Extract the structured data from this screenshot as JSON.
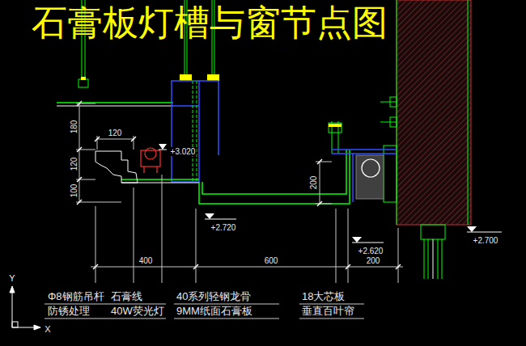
{
  "diagram": {
    "title": "石膏板灯槽与窗节点图",
    "labels": [
      "180",
      "120",
      "120",
      "100",
      "+3.020",
      "200",
      "+2.720",
      "+2.620",
      "+2.700",
      "400",
      "600",
      "200",
      "Φ8钢筋吊杆",
      "石膏线",
      "防锈处理",
      "40W荧光灯",
      "40系列轻钢龙骨",
      "9MM纸面石膏板",
      "18大芯板",
      "垂直百叶帘",
      "Y",
      "X"
    ]
  }
}
